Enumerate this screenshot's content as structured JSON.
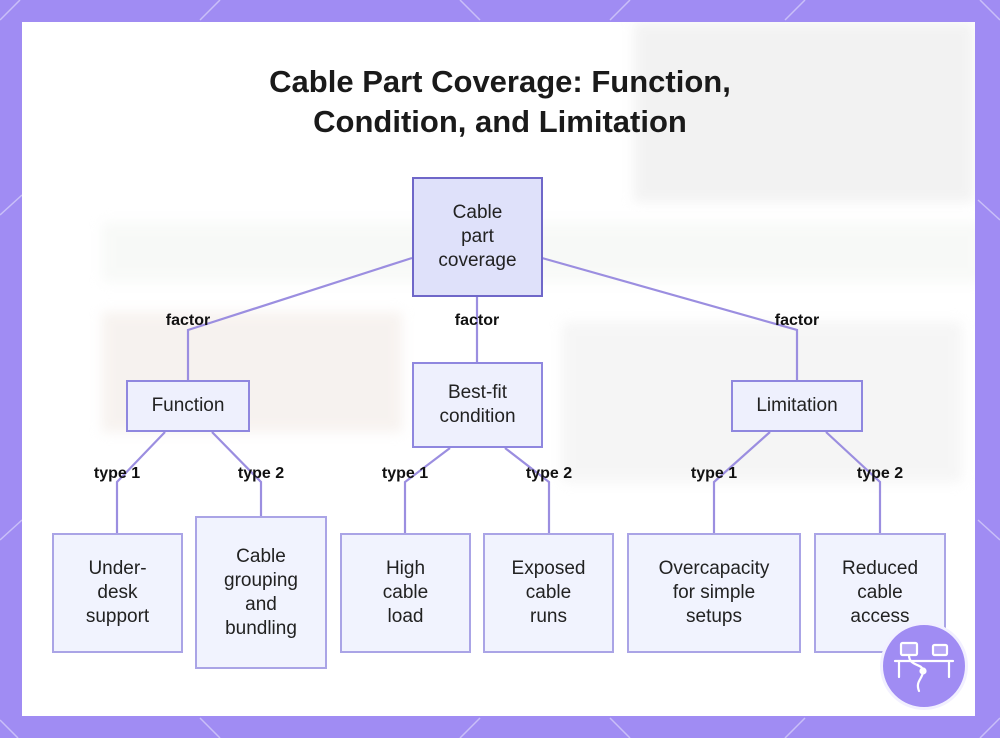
{
  "title_lines": [
    "Cable Part Coverage: Function,",
    "Condition, and Limitation"
  ],
  "root": {
    "lines": [
      "Cable",
      "part",
      "coverage"
    ]
  },
  "edges": {
    "factor": "factor",
    "type1": "type 1",
    "type2": "type 2"
  },
  "categories": [
    {
      "lines": [
        "Function"
      ]
    },
    {
      "lines": [
        "Best-fit",
        "condition"
      ]
    },
    {
      "lines": [
        "Limitation"
      ]
    }
  ],
  "leaves": [
    {
      "lines": [
        "Under-",
        "desk",
        "support"
      ]
    },
    {
      "lines": [
        "Cable",
        "grouping",
        "and",
        "bundling"
      ]
    },
    {
      "lines": [
        "High",
        "cable",
        "load"
      ]
    },
    {
      "lines": [
        "Exposed",
        "cable",
        "runs"
      ]
    },
    {
      "lines": [
        "Overcapacity",
        "for simple",
        "setups"
      ]
    },
    {
      "lines": [
        "Reduced",
        "cable",
        "access"
      ]
    }
  ],
  "colors": {
    "frame": "#a08cf3",
    "node_border": "#8f87df",
    "node_fill": "#eef0fd",
    "edge": "#9b8ee0"
  },
  "logo_icon": "desk-cable-icon"
}
